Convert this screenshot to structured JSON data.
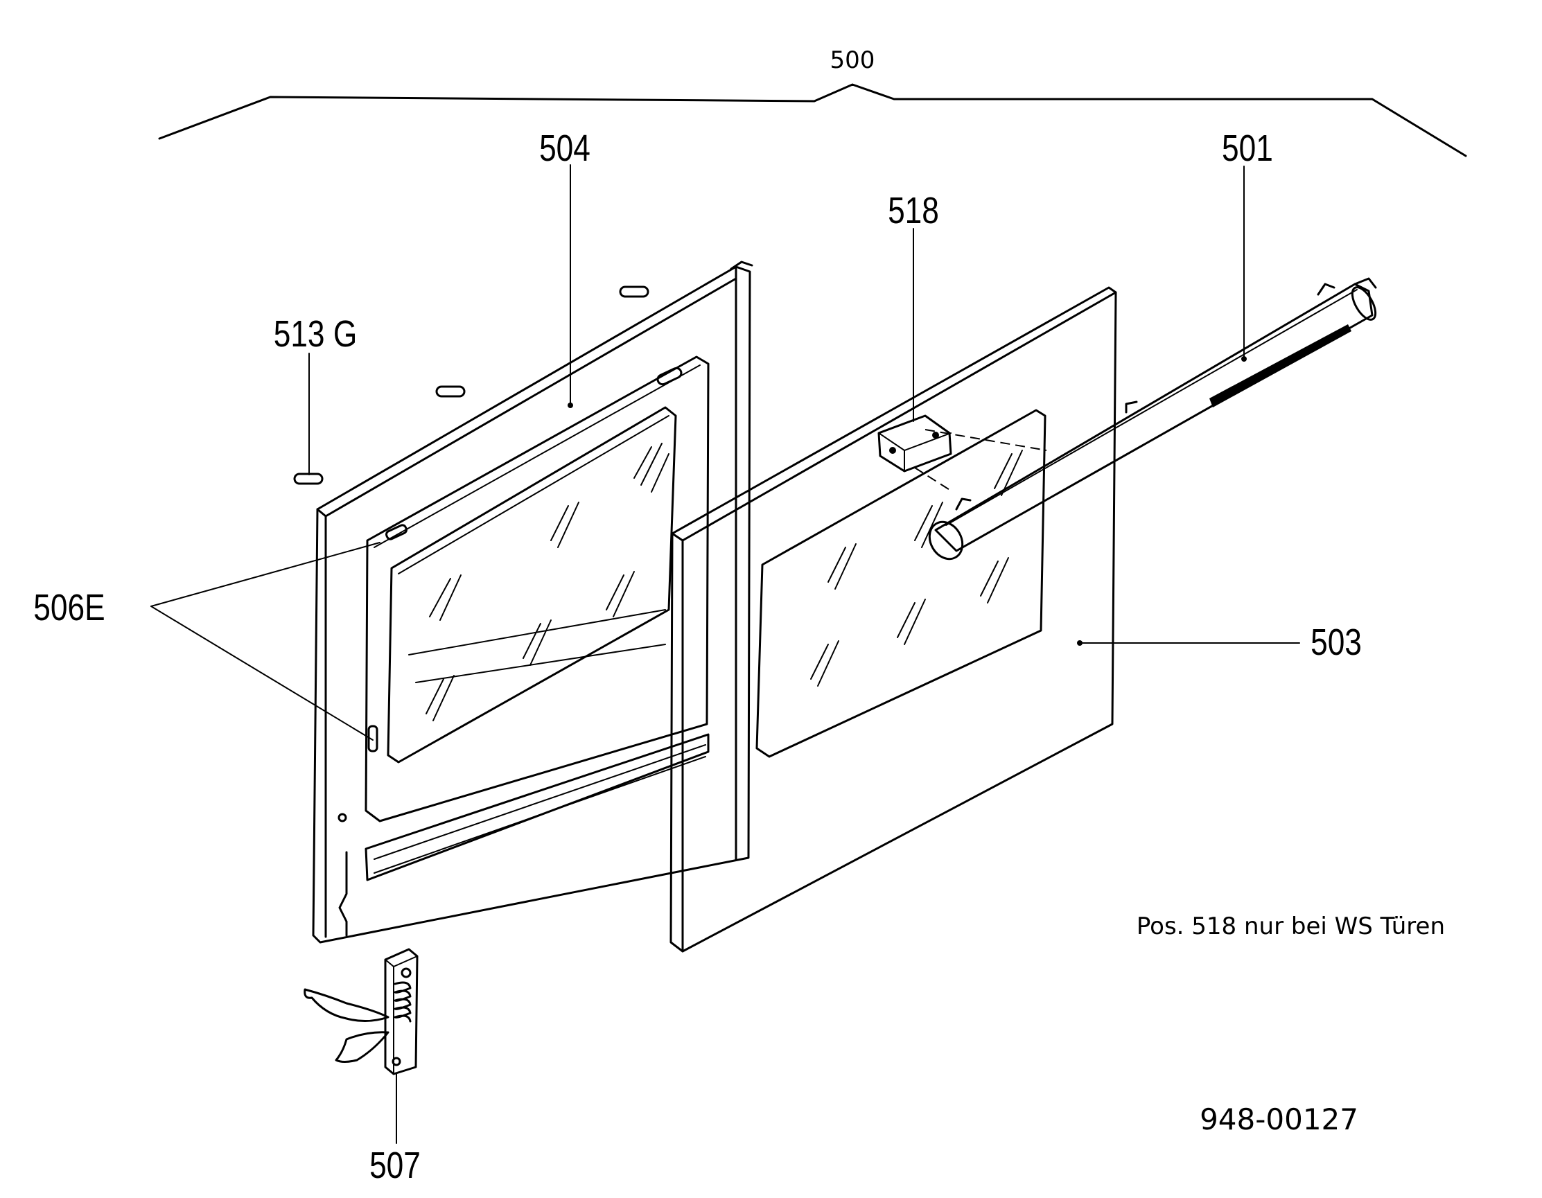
{
  "labels": {
    "assembly": "500",
    "handle": "501",
    "outer_panel": "503",
    "inner_panel": "504",
    "clips": "506E",
    "hinge": "507",
    "screws": "513 G",
    "handle_bracket": "518"
  },
  "note": "Pos. 518 nur bei WS Türen",
  "drawing_number": "948-00127"
}
